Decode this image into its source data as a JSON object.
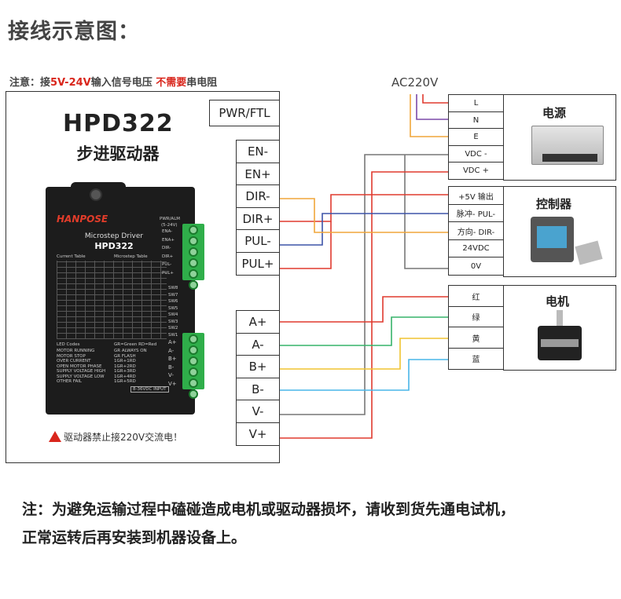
{
  "title": "接线示意图：",
  "note": {
    "prefix": "注意：接",
    "range": "5V-24V",
    "mid": "输入信号电压 ",
    "emph": "不需要",
    "suffix": "串电阻"
  },
  "driver": {
    "model": "HPD322",
    "subtitle": "步进驱动器",
    "brand": "HANPOSE",
    "device_label": "Microstep Driver",
    "device_model": "HPD322",
    "current_table": "Current Table",
    "microstep_table": "Microstep Table",
    "pwr_alm": "PWR/ALM",
    "sig_voltage": "(5-24V)",
    "sig_pins": [
      "ENA-",
      "ENA+",
      "DIR-",
      "DIR+",
      "PUL-",
      "PUL+"
    ],
    "sw_pins": [
      "SW8",
      "SW7",
      "SW6",
      "SW5",
      "SW4",
      "SW3",
      "SW2",
      "SW1"
    ],
    "motor_pins": [
      "A+",
      "A-",
      "B+",
      "B-",
      "V-",
      "V+"
    ],
    "led_codes": "LED Codes",
    "gr_legend": "GR=Green    RD=Red",
    "led_rows": [
      "MOTOR RUNNING",
      "MOTOR STOP",
      "OVER CURRENT",
      "OPEN MOTOR PHASE",
      "SUPPLY VOLTAGE HIGH",
      "SUPPLY VOLTAGE LOW",
      "OTHER FAIL"
    ],
    "led_vals": [
      "GR ALWAYS ON",
      "GR FLASH",
      "1GR+1RD",
      "1GR+2RD",
      "1GR+3RD",
      "1GR+4RD",
      "1GR+5RD"
    ],
    "input_voltage": "8-36VDC INPUT",
    "warning": "驱动器禁止接220V交流电！"
  },
  "driver_pins": {
    "pwr": "PWR/FTL",
    "signal": [
      "EN-",
      "EN+",
      "DIR-",
      "DIR+",
      "PUL-",
      "PUL+"
    ],
    "motor": [
      "A+",
      "A-",
      "B+",
      "B-",
      "V-",
      "V+"
    ]
  },
  "ac_label": "AC220V",
  "power_supply": {
    "label": "电源",
    "pins": [
      "L",
      "N",
      "E",
      "VDC -",
      "VDC +"
    ]
  },
  "controller": {
    "label": "控制器",
    "pins": [
      "+5V 输出",
      "脉冲- PUL-",
      "方向- DIR-",
      "24VDC",
      "0V"
    ]
  },
  "motor": {
    "label": "电机",
    "pins": [
      "红",
      "绿",
      "黄",
      "蓝"
    ]
  },
  "bottom_note": {
    "line1": "注：为避免运输过程中磕碰造成电机或驱动器损坏，请收到货先通电试机，",
    "line2": "正常运转后再安装到机器设备上。"
  },
  "colors": {
    "red": "#e03a2f",
    "purple": "#7b4aa8",
    "orange": "#f0a63a",
    "gray": "#777777",
    "magenta": "#e0408a",
    "blue": "#3d53a8",
    "green": "#37b36a",
    "yellow": "#f0c330",
    "cyan": "#49b6e8",
    "accent_red": "#d9261c"
  }
}
